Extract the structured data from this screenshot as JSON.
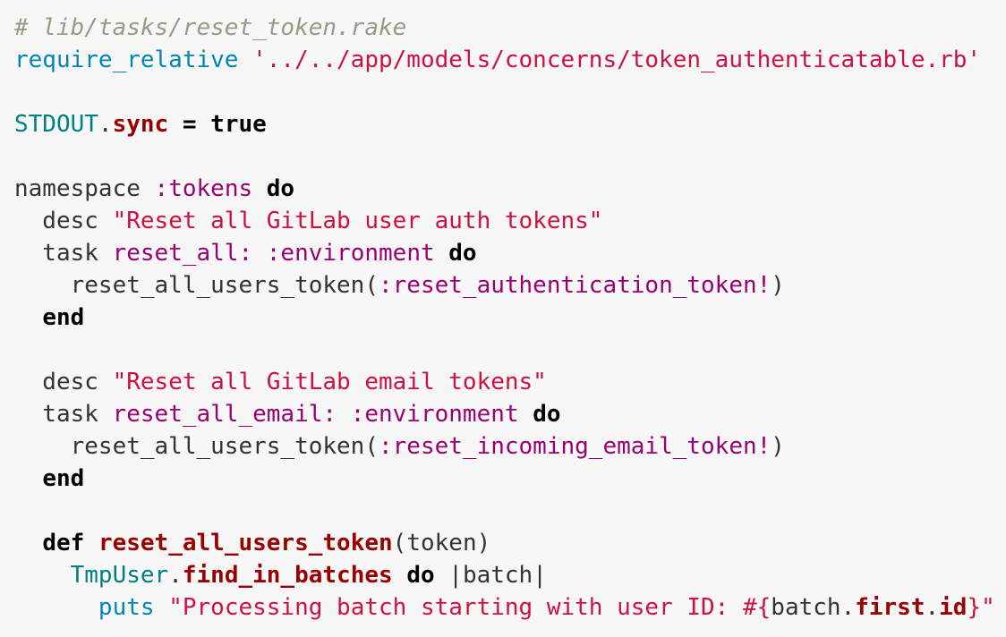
{
  "code": {
    "language": "ruby",
    "file_comment": "# lib/tasks/reset_token.rake",
    "lines": [
      {
        "tokens": [
          {
            "t": "c",
            "v": "# lib/tasks/reset_token.rake"
          }
        ]
      },
      {
        "tokens": [
          {
            "t": "bi",
            "v": "require_relative"
          },
          {
            "t": "p",
            "v": " "
          },
          {
            "t": "s",
            "v": "'../../app/models/concerns/token_authenticatable.rb'"
          }
        ]
      },
      {
        "tokens": []
      },
      {
        "tokens": [
          {
            "t": "const",
            "v": "STDOUT"
          },
          {
            "t": "p",
            "v": "."
          },
          {
            "t": "meth",
            "v": "sync"
          },
          {
            "t": "p",
            "v": " "
          },
          {
            "t": "kw",
            "v": "="
          },
          {
            "t": "p",
            "v": " "
          },
          {
            "t": "kw",
            "v": "true"
          }
        ]
      },
      {
        "tokens": []
      },
      {
        "tokens": [
          {
            "t": "p",
            "v": "namespace "
          },
          {
            "t": "sym",
            "v": ":tokens"
          },
          {
            "t": "p",
            "v": " "
          },
          {
            "t": "kw",
            "v": "do"
          }
        ]
      },
      {
        "tokens": [
          {
            "t": "p",
            "v": "  desc "
          },
          {
            "t": "s",
            "v": "\"Reset all GitLab user auth tokens\""
          }
        ]
      },
      {
        "tokens": [
          {
            "t": "p",
            "v": "  task "
          },
          {
            "t": "sym",
            "v": "reset_all:"
          },
          {
            "t": "p",
            "v": " "
          },
          {
            "t": "sym",
            "v": ":environment"
          },
          {
            "t": "p",
            "v": " "
          },
          {
            "t": "kw",
            "v": "do"
          }
        ]
      },
      {
        "tokens": [
          {
            "t": "p",
            "v": "    reset_all_users_token("
          },
          {
            "t": "sym",
            "v": ":reset_authentication_token!"
          },
          {
            "t": "p",
            "v": ")"
          }
        ]
      },
      {
        "tokens": [
          {
            "t": "p",
            "v": "  "
          },
          {
            "t": "kw",
            "v": "end"
          }
        ]
      },
      {
        "tokens": []
      },
      {
        "tokens": [
          {
            "t": "p",
            "v": "  desc "
          },
          {
            "t": "s",
            "v": "\"Reset all GitLab email tokens\""
          }
        ]
      },
      {
        "tokens": [
          {
            "t": "p",
            "v": "  task "
          },
          {
            "t": "sym",
            "v": "reset_all_email:"
          },
          {
            "t": "p",
            "v": " "
          },
          {
            "t": "sym",
            "v": ":environment"
          },
          {
            "t": "p",
            "v": " "
          },
          {
            "t": "kw",
            "v": "do"
          }
        ]
      },
      {
        "tokens": [
          {
            "t": "p",
            "v": "    reset_all_users_token("
          },
          {
            "t": "sym",
            "v": ":reset_incoming_email_token!"
          },
          {
            "t": "p",
            "v": ")"
          }
        ]
      },
      {
        "tokens": [
          {
            "t": "p",
            "v": "  "
          },
          {
            "t": "kw",
            "v": "end"
          }
        ]
      },
      {
        "tokens": []
      },
      {
        "tokens": [
          {
            "t": "p",
            "v": "  "
          },
          {
            "t": "kw",
            "v": "def"
          },
          {
            "t": "p",
            "v": " "
          },
          {
            "t": "meth",
            "v": "reset_all_users_token"
          },
          {
            "t": "p",
            "v": "(token)"
          }
        ]
      },
      {
        "tokens": [
          {
            "t": "p",
            "v": "    "
          },
          {
            "t": "const",
            "v": "TmpUser"
          },
          {
            "t": "p",
            "v": "."
          },
          {
            "t": "meth",
            "v": "find_in_batches"
          },
          {
            "t": "p",
            "v": " "
          },
          {
            "t": "kw",
            "v": "do"
          },
          {
            "t": "p",
            "v": " |batch|"
          }
        ]
      },
      {
        "tokens": [
          {
            "t": "p",
            "v": "      "
          },
          {
            "t": "bi",
            "v": "puts"
          },
          {
            "t": "p",
            "v": " "
          },
          {
            "t": "s",
            "v": "\"Processing batch starting with user ID: #{"
          },
          {
            "t": "p",
            "v": "batch."
          },
          {
            "t": "meth",
            "v": "first"
          },
          {
            "t": "p",
            "v": "."
          },
          {
            "t": "meth",
            "v": "id"
          },
          {
            "t": "s",
            "v": "}\""
          }
        ]
      }
    ]
  },
  "colors": {
    "background": "#f7f7f8",
    "comment": "#999988",
    "builtin": "#0086b3",
    "string": "#d01040",
    "constant": "#008080",
    "method": "#990000",
    "keyword": "#000000",
    "symbol": "#990073",
    "plain": "#333333"
  }
}
